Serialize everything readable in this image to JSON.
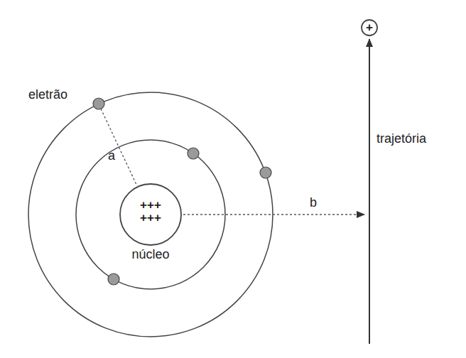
{
  "diagram": {
    "nodes": [
      {
        "text": [
          "+++ +++",
          "núcleo"
        ]
      },
      {
        "text": [
          "+"
        ]
      }
    ],
    "labels": [
      "eletrão",
      "a",
      "b",
      "trajetória"
    ]
  }
}
